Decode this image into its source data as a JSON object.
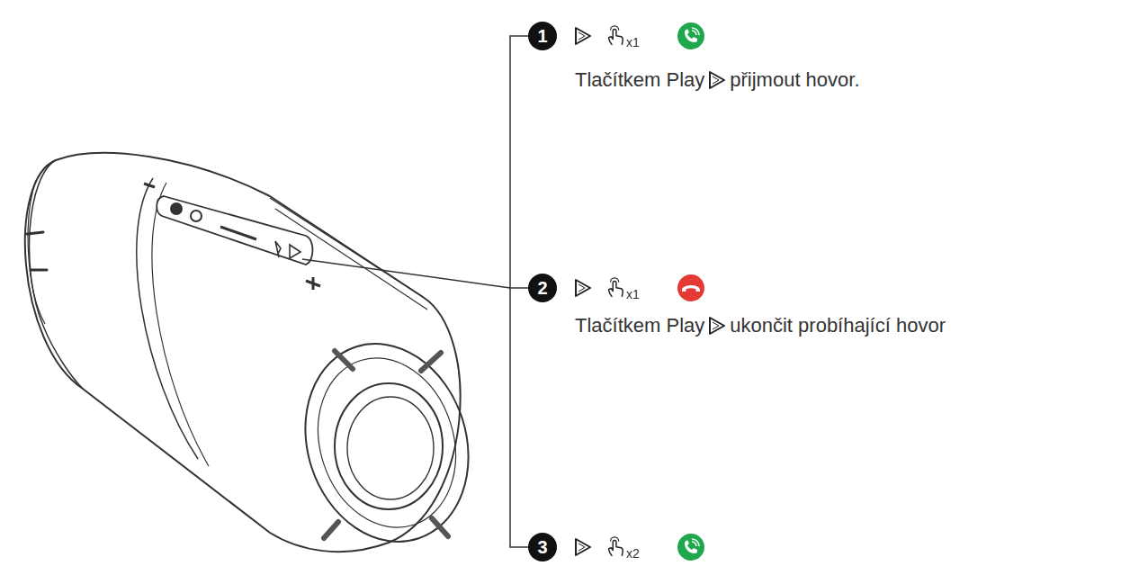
{
  "diagram": {
    "labels": [
      "1",
      "x1",
      "Tlačítkem Play",
      "přijmout hovor.",
      "2",
      "x1",
      "Tlačítkem Play",
      "ukončit probíhající hovor",
      "3",
      "x2"
    ]
  }
}
